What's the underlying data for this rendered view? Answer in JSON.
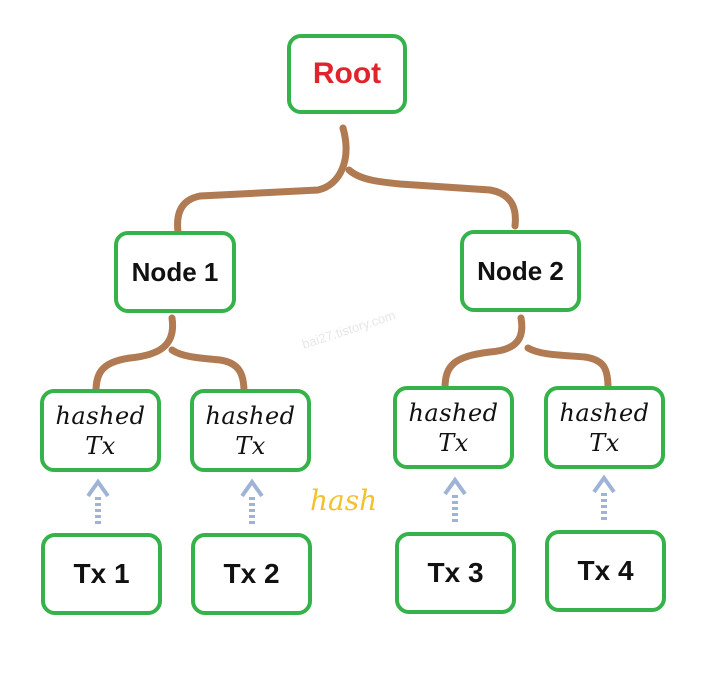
{
  "root": {
    "label": "Root",
    "color": "#e0242c"
  },
  "nodes": [
    {
      "label": "Node 1"
    },
    {
      "label": "Node 2"
    }
  ],
  "hashed": [
    {
      "line1": "hashed",
      "line2": "Tx"
    },
    {
      "line1": "hashed",
      "line2": "Tx"
    },
    {
      "line1": "hashed",
      "line2": "Tx"
    },
    {
      "line1": "hashed",
      "line2": "Tx"
    }
  ],
  "transactions": [
    {
      "label": "Tx 1"
    },
    {
      "label": "Tx 2"
    },
    {
      "label": "Tx 3"
    },
    {
      "label": "Tx 4"
    }
  ],
  "annotation": {
    "text": "hash",
    "color": "#f2c12e"
  },
  "watermark": {
    "text": "bai27.tistory.com"
  },
  "colors": {
    "box_border": "#36b24a",
    "connector": "#b07a52",
    "arrow": "#9fb3d6"
  }
}
